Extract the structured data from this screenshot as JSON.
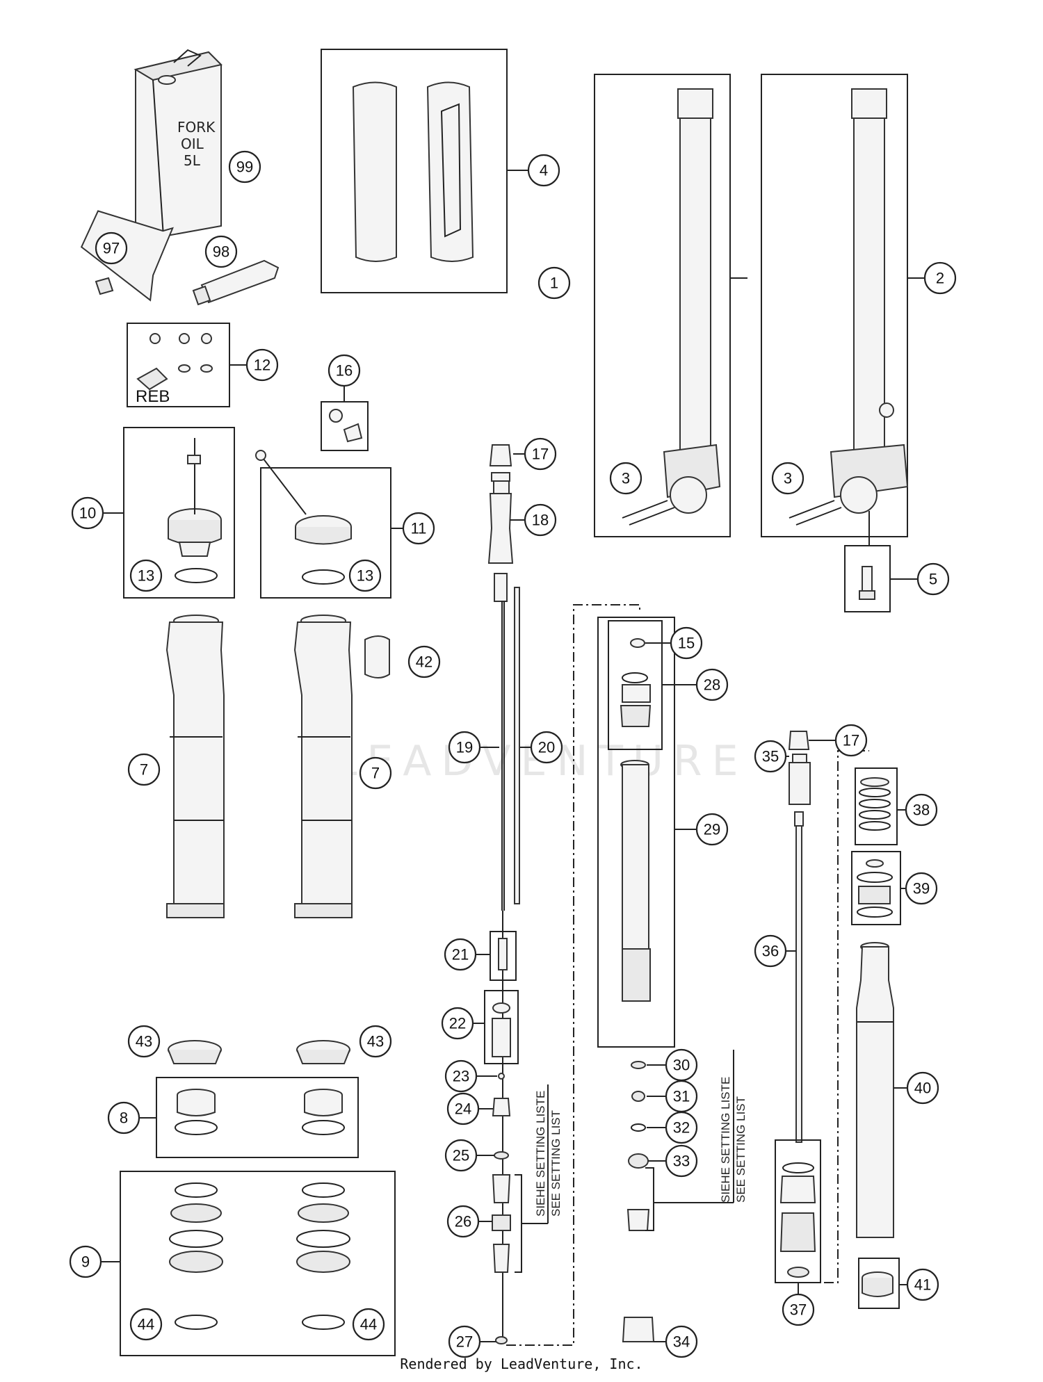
{
  "can_text": [
    "FORK",
    "OIL",
    "5L"
  ],
  "reb_label": "REB",
  "setting_text": [
    "SIEHE SETTING LISTE",
    "SEE SETTING LIST"
  ],
  "watermark": "LEADVENTURE",
  "credit": "Rendered by LeadVenture, Inc.",
  "callouts": [
    "99",
    "97",
    "98",
    "4",
    "1",
    "2",
    "12",
    "16",
    "3",
    "3",
    "17",
    "18",
    "10",
    "11",
    "13",
    "13",
    "5",
    "15",
    "42",
    "28",
    "7",
    "7",
    "19",
    "20",
    "17",
    "35",
    "29",
    "38",
    "39",
    "21",
    "36",
    "22",
    "43",
    "43",
    "30",
    "40",
    "8",
    "23",
    "24",
    "31",
    "32",
    "25",
    "33",
    "26",
    "9",
    "37",
    "27",
    "34",
    "41",
    "44",
    "44"
  ]
}
